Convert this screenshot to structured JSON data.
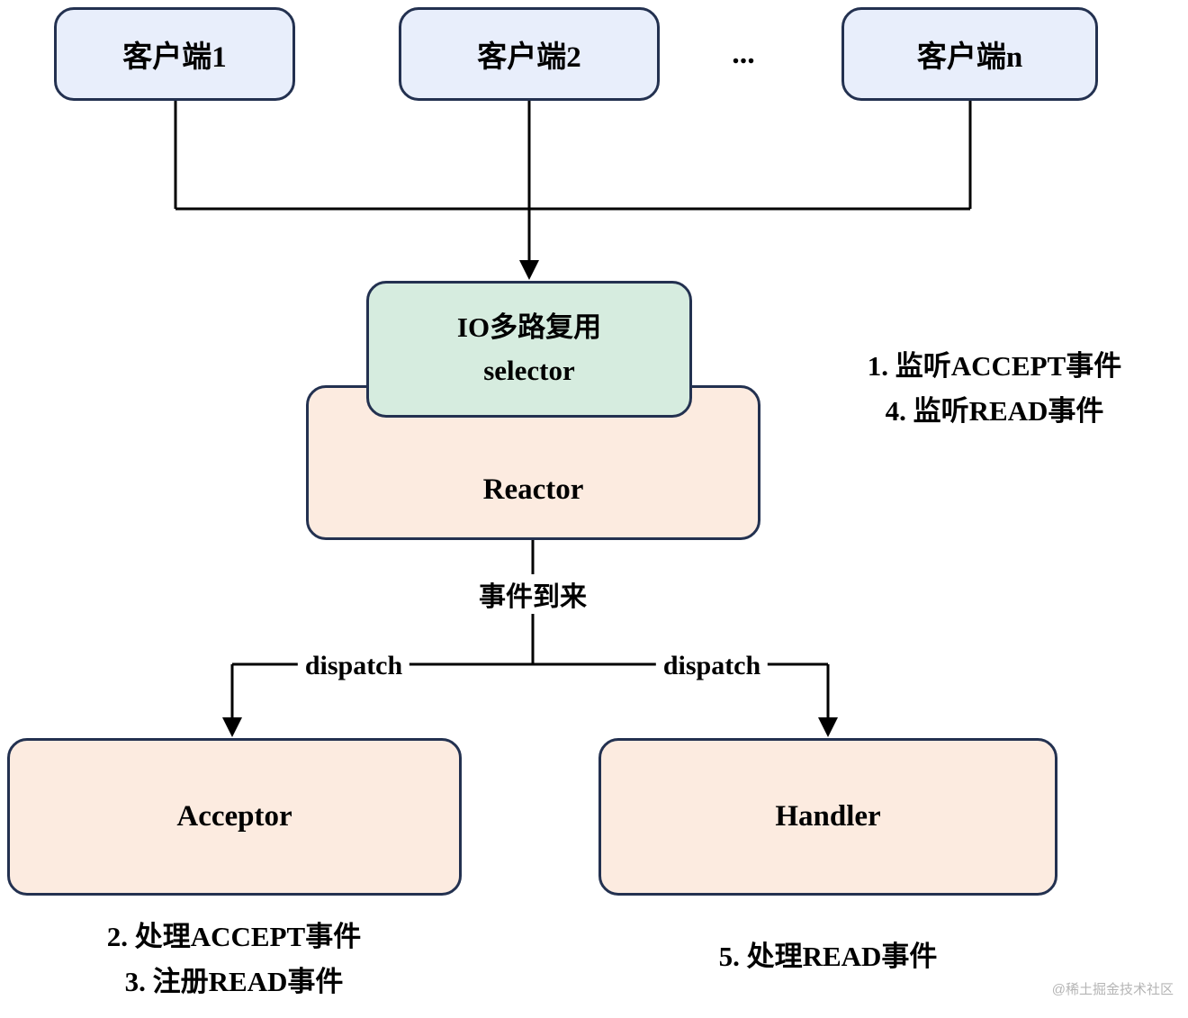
{
  "colors": {
    "client_fill": "#e8eefb",
    "selector_fill": "#d6ecdf",
    "reactor_fill": "#fcebe0",
    "box_border": "#233150",
    "line": "#000000",
    "watermark_text": "#b5b5b5"
  },
  "clients": [
    {
      "label": "客户端1"
    },
    {
      "label": "客户端2"
    },
    {
      "label": "客户端n"
    }
  ],
  "ellipsis": "...",
  "selector": {
    "line1": "IO多路复用",
    "line2": "selector"
  },
  "reactor": {
    "label": "Reactor"
  },
  "right_note": {
    "line1": "1. 监听ACCEPT事件",
    "line2": "4. 监听READ事件"
  },
  "event_label": "事件到来",
  "dispatch": {
    "left": "dispatch",
    "right": "dispatch"
  },
  "acceptor": {
    "label": "Acceptor"
  },
  "handler": {
    "label": "Handler"
  },
  "acceptor_note": {
    "line1": "2. 处理ACCEPT事件",
    "line2": "3. 注册READ事件"
  },
  "handler_note": {
    "line1": "5. 处理READ事件"
  },
  "watermark": "@稀土掘金技术社区"
}
